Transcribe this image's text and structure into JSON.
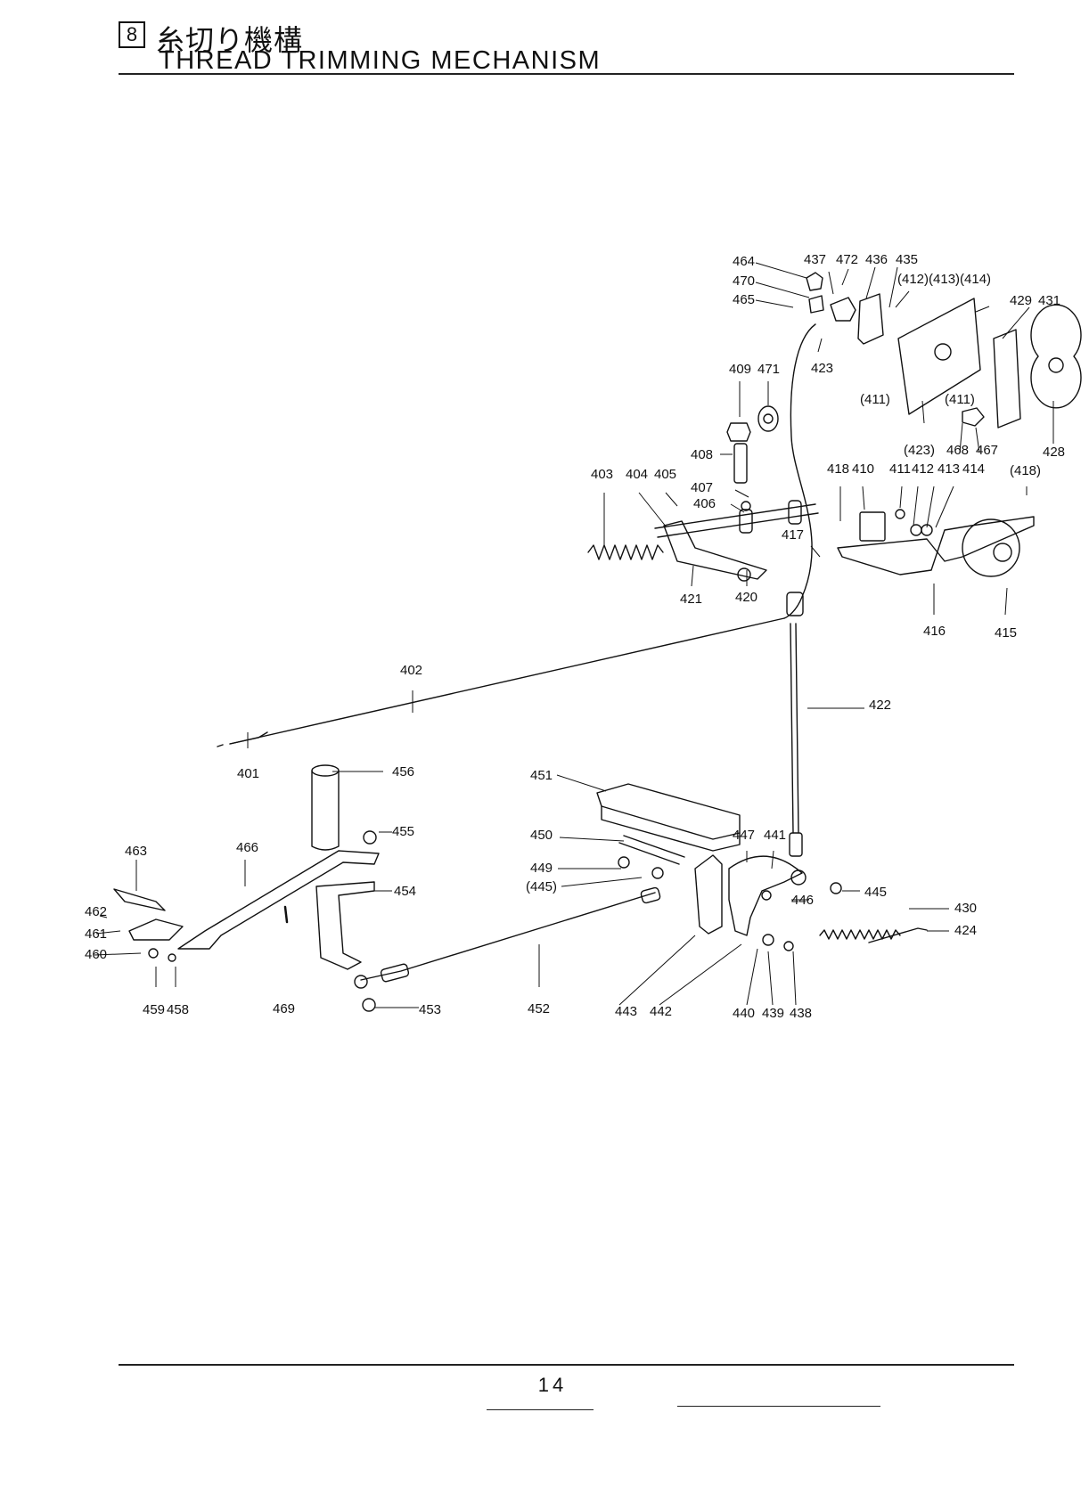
{
  "header": {
    "section_number": "8",
    "title_jp": "糸切り機構",
    "title_en": "THREAD TRIMMING MECHANISM"
  },
  "diagram": {
    "callouts": [
      "464",
      "437",
      "472",
      "436",
      "435",
      "470",
      "(412)(413)(414)",
      "465",
      "429",
      "431",
      "409",
      "471",
      "423",
      "(411)",
      "(411)",
      "408",
      "(423)",
      "468",
      "467",
      "428",
      "403",
      "404",
      "405",
      "418",
      "410",
      "411",
      "412",
      "413",
      "414",
      "(418)",
      "407",
      "406",
      "417",
      "421",
      "420",
      "416",
      "415",
      "402",
      "422",
      "401",
      "456",
      "451",
      "455",
      "450",
      "447",
      "441",
      "463",
      "466",
      "449",
      "(445)",
      "446",
      "445",
      "430",
      "454",
      "424",
      "462",
      "461",
      "460",
      "459",
      "458",
      "469",
      "453",
      "452",
      "443",
      "442",
      "440",
      "439",
      "438"
    ]
  },
  "footer": {
    "page_number": "14"
  }
}
